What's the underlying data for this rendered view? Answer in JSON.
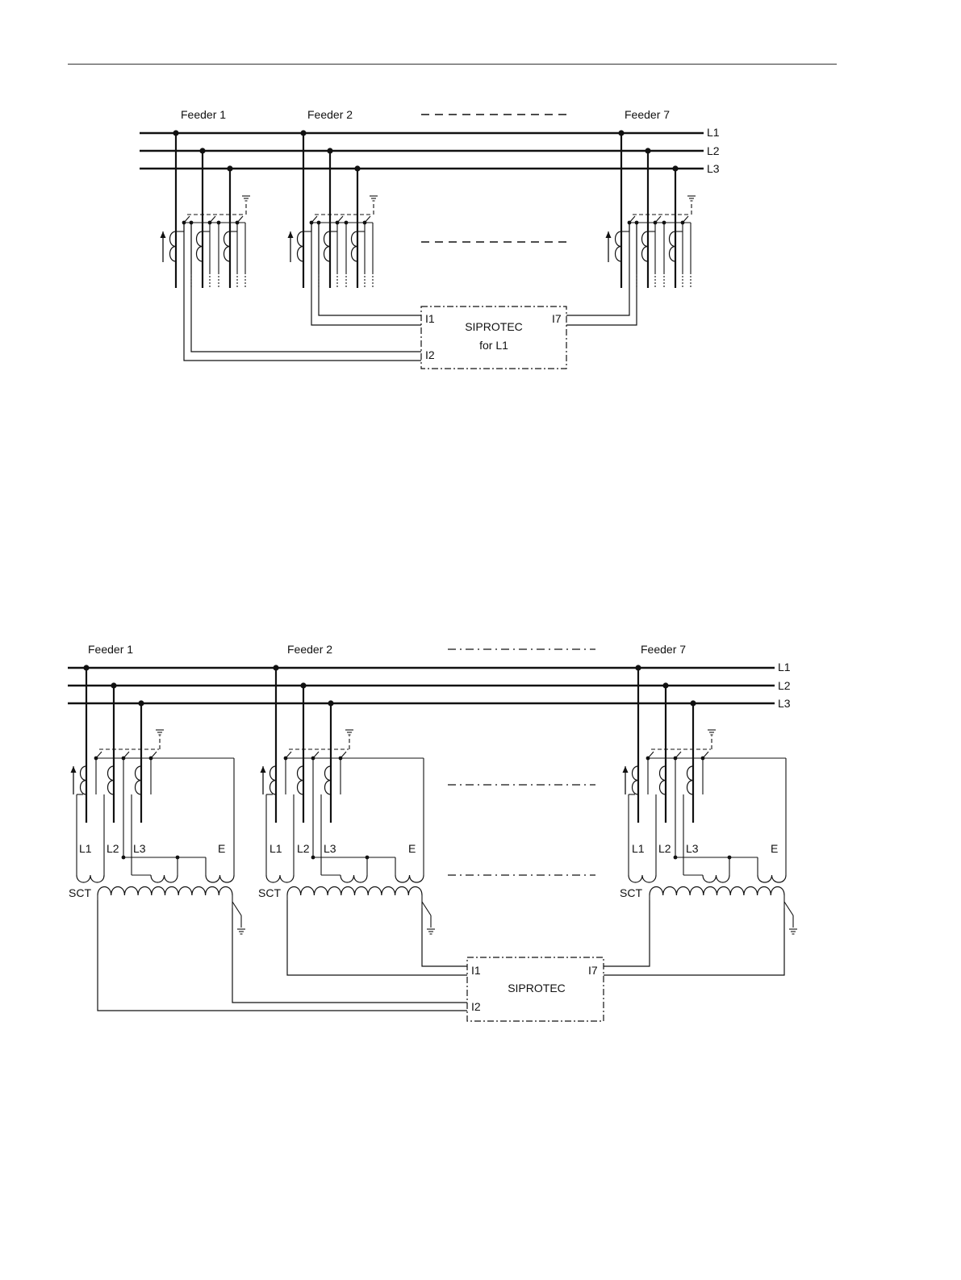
{
  "diagram1": {
    "feeders": [
      "Feeder 1",
      "Feeder 2",
      "Feeder 7"
    ],
    "phases": [
      "L1",
      "L2",
      "L3"
    ],
    "relay": {
      "title": "SIPROTEC",
      "subtitle": "for L1",
      "inputs": [
        "I1",
        "I2",
        "I7"
      ]
    }
  },
  "diagram2": {
    "feeders": [
      "Feeder 1",
      "Feeder 2",
      "Feeder 7"
    ],
    "phases": [
      "L1",
      "L2",
      "L3"
    ],
    "ct_labels": [
      "L1",
      "L2",
      "L3",
      "E"
    ],
    "sct_label": "SCT",
    "relay": {
      "title": "SIPROTEC",
      "inputs": [
        "I1",
        "I2",
        "I7"
      ]
    }
  },
  "colors": {
    "line": "#111111",
    "background": "#ffffff"
  }
}
